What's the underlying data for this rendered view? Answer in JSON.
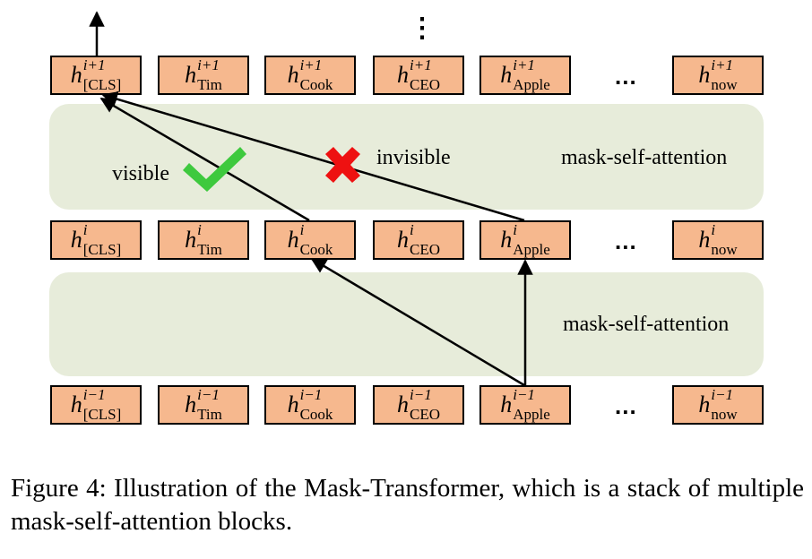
{
  "rows": [
    {
      "layer": "i+1",
      "tokens": [
        {
          "base": "h",
          "sup": "i+1",
          "sub": "[CLS]"
        },
        {
          "base": "h",
          "sup": "i+1",
          "sub": "Tim"
        },
        {
          "base": "h",
          "sup": "i+1",
          "sub": "Cook"
        },
        {
          "base": "h",
          "sup": "i+1",
          "sub": "CEO"
        },
        {
          "base": "h",
          "sup": "i+1",
          "sub": "Apple"
        },
        {
          "base": "h",
          "sup": "i+1",
          "sub": "now"
        }
      ],
      "ellipsis": "..."
    },
    {
      "layer": "i",
      "tokens": [
        {
          "base": "h",
          "sup": "i",
          "sub": "[CLS]"
        },
        {
          "base": "h",
          "sup": "i",
          "sub": "Tim"
        },
        {
          "base": "h",
          "sup": "i",
          "sub": "Cook"
        },
        {
          "base": "h",
          "sup": "i",
          "sub": "CEO"
        },
        {
          "base": "h",
          "sup": "i",
          "sub": "Apple"
        },
        {
          "base": "h",
          "sup": "i",
          "sub": "now"
        }
      ],
      "ellipsis": "..."
    },
    {
      "layer": "i-1",
      "tokens": [
        {
          "base": "h",
          "sup": "i−1",
          "sub": "[CLS]"
        },
        {
          "base": "h",
          "sup": "i−1",
          "sub": "Tim"
        },
        {
          "base": "h",
          "sup": "i−1",
          "sub": "Cook"
        },
        {
          "base": "h",
          "sup": "i−1",
          "sub": "CEO"
        },
        {
          "base": "h",
          "sup": "i−1",
          "sub": "Apple"
        },
        {
          "base": "h",
          "sup": "i−1",
          "sub": "now"
        }
      ],
      "ellipsis": "..."
    }
  ],
  "bands": [
    {
      "label": "mask-self-attention"
    },
    {
      "label": "mask-self-attention"
    }
  ],
  "labels": {
    "visible": "visible",
    "invisible": "invisible",
    "vertical_ellipsis": "⋮"
  },
  "marks": {
    "check_icon": "check-icon",
    "cross_icon": "cross-icon",
    "check_color": "#3ec93e",
    "cross_color": "#ee1111"
  },
  "colors": {
    "node_fill": "#f6b88e",
    "band_fill": "#e7ecda"
  },
  "caption": "Figure 4: Illustration of the Mask-Transformer, which is a stack of multiple mask-self-attention blocks."
}
